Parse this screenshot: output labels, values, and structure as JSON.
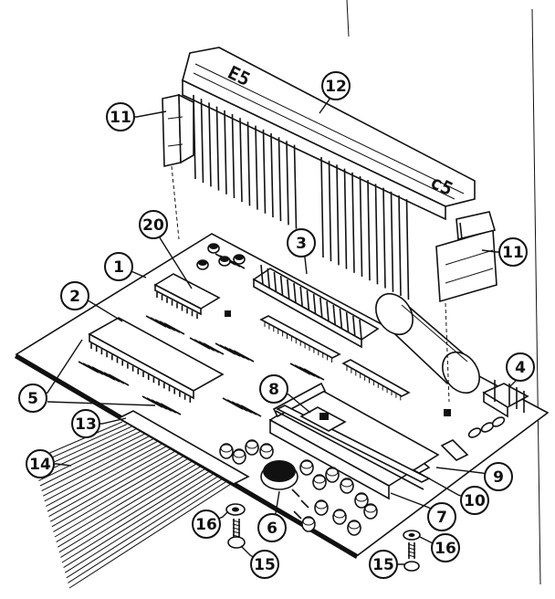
{
  "callouts": [
    {
      "id": "c11a",
      "label": "11"
    },
    {
      "id": "c12",
      "label": "12"
    },
    {
      "id": "c20",
      "label": "20"
    },
    {
      "id": "c3",
      "label": "3"
    },
    {
      "id": "c11b",
      "label": "11"
    },
    {
      "id": "c1",
      "label": "1"
    },
    {
      "id": "c2",
      "label": "2"
    },
    {
      "id": "c4",
      "label": "4"
    },
    {
      "id": "c5",
      "label": "5"
    },
    {
      "id": "c8",
      "label": "8"
    },
    {
      "id": "c13",
      "label": "13"
    },
    {
      "id": "c14",
      "label": "14"
    },
    {
      "id": "c9",
      "label": "9"
    },
    {
      "id": "c10",
      "label": "10"
    },
    {
      "id": "c7",
      "label": "7"
    },
    {
      "id": "c6",
      "label": "6"
    },
    {
      "id": "c16a",
      "label": "16"
    },
    {
      "id": "c15a",
      "label": "15"
    },
    {
      "id": "c15b",
      "label": "15"
    },
    {
      "id": "c16b",
      "label": "16"
    }
  ],
  "display_glyphs": {
    "left": "E5",
    "right": "c5"
  }
}
